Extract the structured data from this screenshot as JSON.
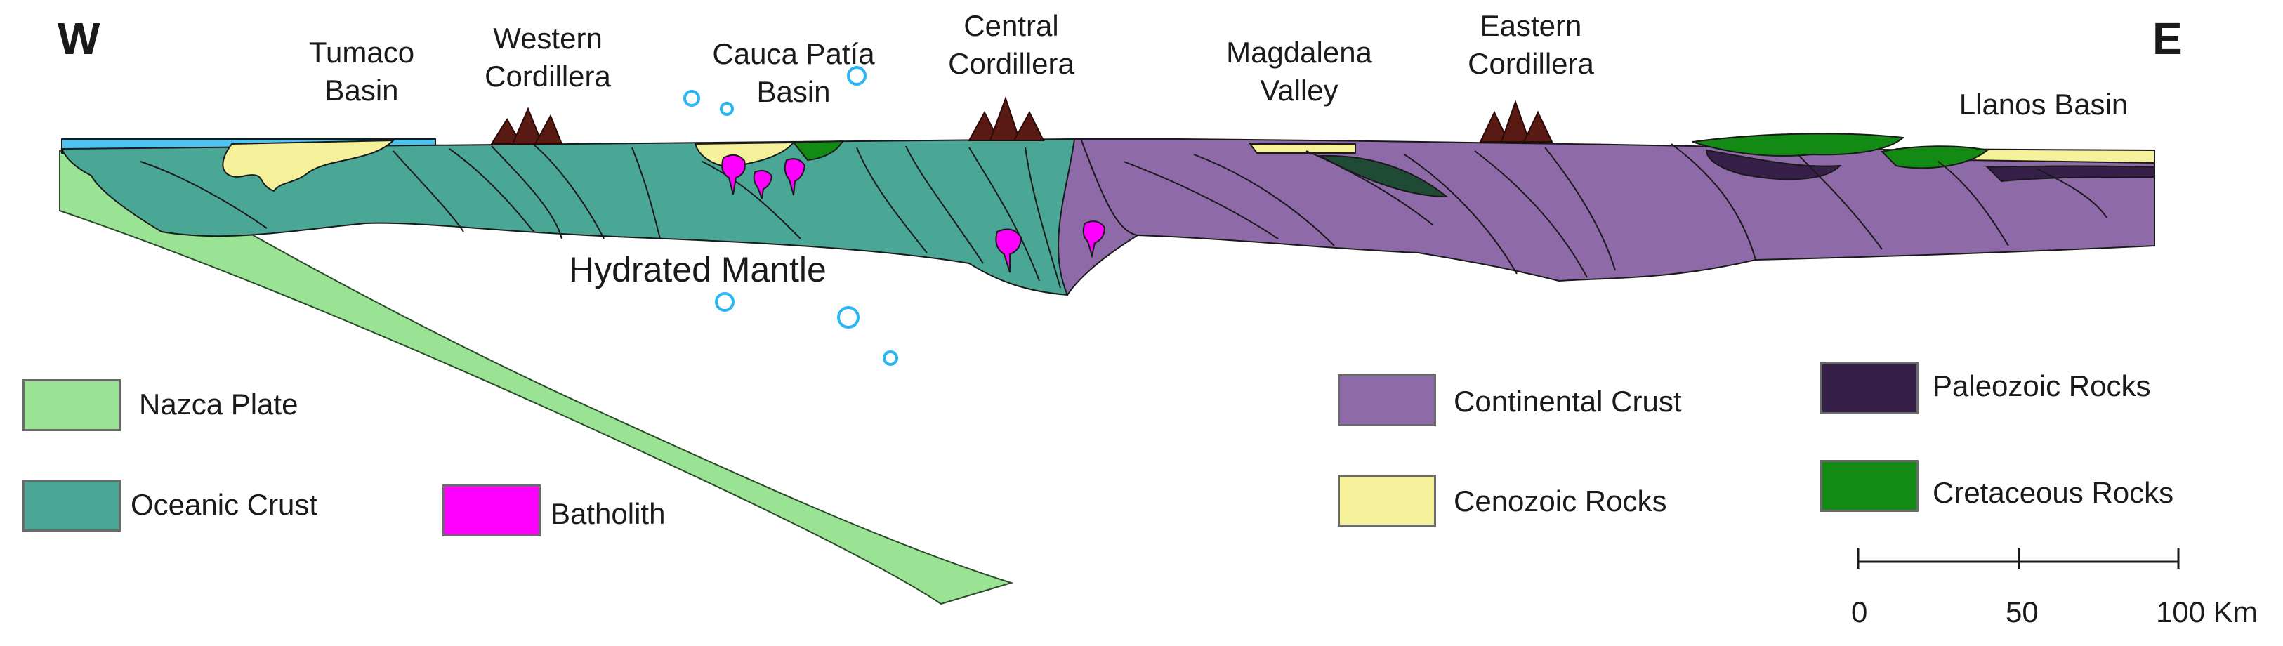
{
  "orientation": {
    "west": "W",
    "east": "E"
  },
  "regions": [
    {
      "id": "tumaco-basin",
      "lines": [
        "Tumaco",
        "Basin"
      ]
    },
    {
      "id": "western-cordillera",
      "lines": [
        "Western",
        "Cordillera"
      ]
    },
    {
      "id": "cauca-patia-basin",
      "lines": [
        "Cauca Patía",
        "Basin"
      ]
    },
    {
      "id": "central-cordillera",
      "lines": [
        "Central",
        "Cordillera"
      ]
    },
    {
      "id": "magdalena-valley",
      "lines": [
        "Magdalena",
        "Valley"
      ]
    },
    {
      "id": "eastern-cordillera",
      "lines": [
        "Eastern",
        "Cordillera"
      ]
    },
    {
      "id": "llanos-basin",
      "lines": [
        "Llanos Basin"
      ]
    }
  ],
  "mantle_label": "Hydrated Mantle",
  "legend": [
    {
      "id": "nazca-plate",
      "label": "Nazca Plate",
      "color": "#9be394"
    },
    {
      "id": "oceanic-crust",
      "label": "Oceanic Crust",
      "color": "#4aa796"
    },
    {
      "id": "batholith",
      "label": "Batholith",
      "color": "#ff00ff"
    },
    {
      "id": "continental-crust",
      "label": "Continental Crust",
      "color": "#8e6aa8"
    },
    {
      "id": "cenozoic-rocks",
      "label": "Cenozoic Rocks",
      "color": "#f4f19a"
    },
    {
      "id": "paleozoic-rocks",
      "label": "Paleozoic Rocks",
      "color": "#36204a"
    },
    {
      "id": "cretaceous-rocks",
      "label": "Cretaceous Rocks",
      "color": "#138a14"
    }
  ],
  "scale": {
    "ticks": [
      "0",
      "50",
      "100 Km"
    ]
  },
  "colors": {
    "ocean": "#4fc3f0",
    "volcano": "#5a1a14",
    "fault": "#1a1a1a",
    "bubble": "#29b6f6"
  }
}
